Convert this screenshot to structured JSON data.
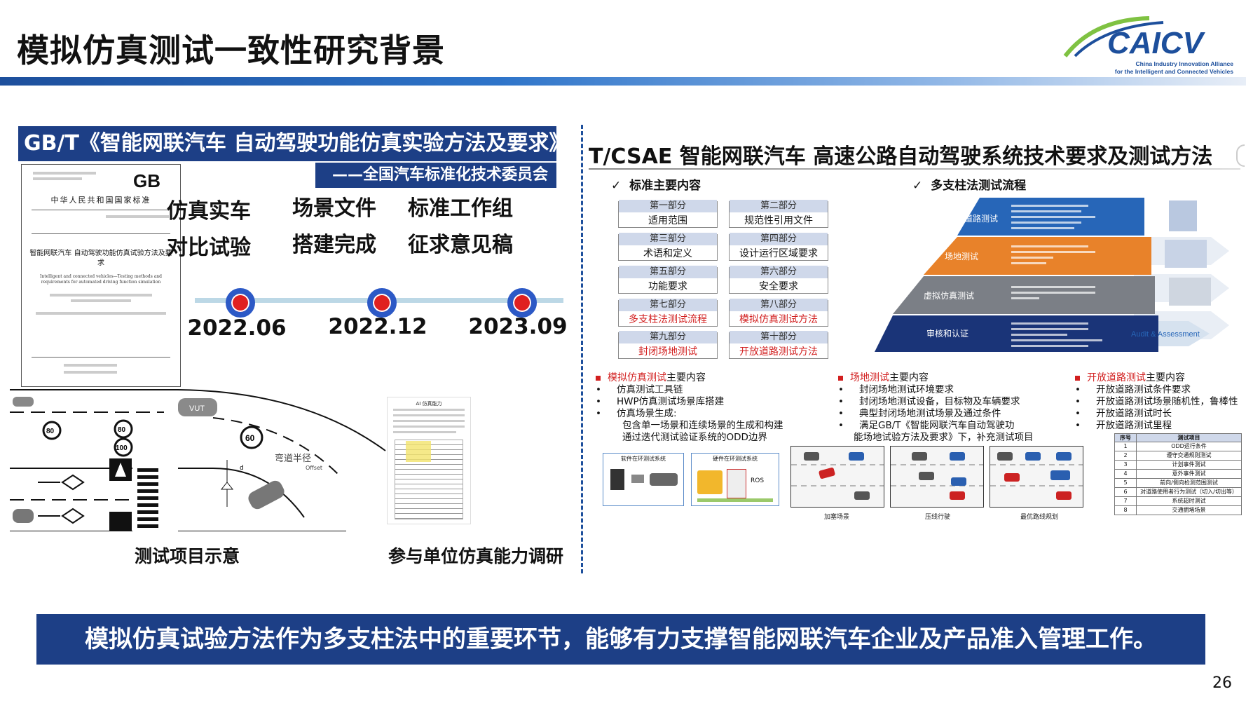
{
  "header": {
    "title": "模拟仿真测试一致性研究背景",
    "logo_text": "CAICV",
    "logo_sub1": "China Industry Innovation Alliance",
    "logo_sub2": "for the Intelligent and Connected Vehicles"
  },
  "left": {
    "banner": "GB/T《智能网联汽车 自动驾驶功能仿真实验方法及要求》",
    "banner_sub": "——全国汽车标准化技术委员会",
    "doc": {
      "gb": "GB",
      "nation": "中华人民共和国国家标准",
      "name": "智能网联汽车 自动驾驶功能仿真试验方法及要求",
      "en": "Intelligent and connected vehicles—Testing methods and requirements for automated driving function simulation"
    },
    "timeline": [
      {
        "label1": "仿真实车",
        "label2": "对比试验",
        "date": "2022.06"
      },
      {
        "label1": "场景文件",
        "label2": "搭建完成",
        "date": "2022.12"
      },
      {
        "label1": "标准工作组",
        "label2": "征求意见稿",
        "date": "2023.09"
      }
    ],
    "scene": {
      "speeds": [
        "80",
        "80",
        "100",
        "60"
      ],
      "vut": "VUT",
      "curve_label": "弯道半径",
      "offset": "Offset",
      "d": "d"
    },
    "caption_left": "测试项目示意",
    "caption_right": "参与单位仿真能力调研",
    "survey_title": "AI 仿真能力"
  },
  "right": {
    "title": "T/CSAE 智能网联汽车 高速公路自动驾驶系统技术要求及测试方法",
    "sec1": "标准主要内容",
    "sec2": "多支柱法测试流程",
    "parts": [
      {
        "num": "第一部分",
        "text": "适用范围",
        "red": false
      },
      {
        "num": "第二部分",
        "text": "规范性引用文件",
        "red": false
      },
      {
        "num": "第三部分",
        "text": "术语和定义",
        "red": false
      },
      {
        "num": "第四部分",
        "text": "设计运行区域要求",
        "red": false
      },
      {
        "num": "第五部分",
        "text": "功能要求",
        "red": false
      },
      {
        "num": "第六部分",
        "text": "安全要求",
        "red": false
      },
      {
        "num": "第七部分",
        "text": "多支柱法测试流程",
        "red": true
      },
      {
        "num": "第八部分",
        "text": "模拟仿真测试方法",
        "red": true
      },
      {
        "num": "第九部分",
        "text": "封闭场地测试",
        "red": true
      },
      {
        "num": "第十部分",
        "text": "开放道路测试方法",
        "red": true
      }
    ],
    "pyramid": [
      "道路测试",
      "场地测试",
      "虚拟仿真测试",
      "审核和认证"
    ],
    "audit": "Audit & Assessment",
    "col1": {
      "title_red": "模拟仿真测试",
      "title_rest": "主要内容",
      "items": [
        "仿真测试工具链",
        "HWP仿真测试场景库搭建",
        "仿真场景生成:",
        "包含单一场景和连续场景的生成和构建",
        "通过迭代测试验证系统的ODD边界"
      ]
    },
    "col2": {
      "title_red": "场地测试",
      "title_rest": "主要内容",
      "items": [
        "封闭场地测试环境要求",
        "封闭场地测试设备，目标物及车辆要求",
        "典型封闭场地测试场景及通过条件",
        "满足GB/T《智能网联汽车自动驾驶功",
        "能场地试验方法及要求》下，补充测试项目"
      ]
    },
    "col3": {
      "title_red": "开放道路测试",
      "title_rest": "主要内容",
      "items": [
        "开放道路测试条件要求",
        "开放道路测试场景随机性，鲁棒性",
        "开放道路测试时长",
        "开放道路测试里程"
      ]
    },
    "sim_boxes": [
      "软件在环测试系统",
      "硬件在环测试系统"
    ],
    "ros": "ROS",
    "scene_labels": [
      "加塞场景",
      "压线行驶",
      "最优路线规划"
    ],
    "table": {
      "headers": [
        "序号",
        "测试项目"
      ],
      "rows": [
        [
          "1",
          "ODD运行条件"
        ],
        [
          "2",
          "遵守交通规则测试"
        ],
        [
          "3",
          "计划事件测试"
        ],
        [
          "4",
          "意外事件测试"
        ],
        [
          "5",
          "前向/侧向检测范围测试"
        ],
        [
          "6",
          "对道路使用者行为测试（切入/切出等）"
        ],
        [
          "7",
          "系统超时测试"
        ],
        [
          "8",
          "交通拥堵场景"
        ]
      ]
    }
  },
  "footer": {
    "banner": "模拟仿真试验方法作为多支柱法中的重要环节，能够有力支撑智能网联汽车企业及产品准入管理工作。",
    "page": "26"
  },
  "colors": {
    "primary": "#1d3f86",
    "accent_red": "#d21f1f",
    "pyramid": [
      "#2766b8",
      "#e8822a",
      "#7b7f86",
      "#1a3478"
    ]
  }
}
